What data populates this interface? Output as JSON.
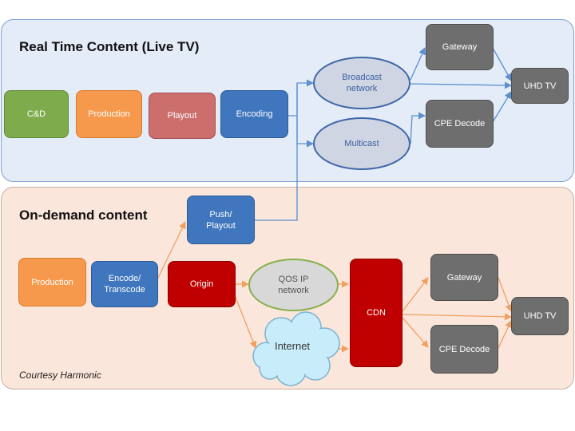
{
  "live": {
    "title": "Real Time Content (Live TV)",
    "nodes": {
      "cd": "C&D",
      "production": "Production",
      "playout": "Playout",
      "encoding": "Encoding",
      "broadcast": [
        "Broadcast",
        "network"
      ],
      "multicast": "Multicast",
      "gateway": "Gateway",
      "cpe_decode": "CPE Decode",
      "uhd_tv": "UHD TV"
    }
  },
  "ondemand": {
    "title": "On-demand content",
    "nodes": {
      "push_playout": [
        "Push/",
        "Playout"
      ],
      "production": "Production",
      "encode_transcode": [
        "Encode/",
        "Transcode"
      ],
      "origin": "Origin",
      "qos": [
        "QOS IP",
        "network"
      ],
      "internet": "Internet",
      "cdn": "CDN",
      "gateway": "Gateway",
      "cpe_decode": "CPE Decode",
      "uhd_tv": "UHD TV"
    }
  },
  "credit": "Courtesy Harmonic",
  "colors": {
    "live_bg": "#e4ecf8",
    "ondemand_bg": "#fae6da",
    "blue_arrow": "#5b8fd0",
    "orange_arrow": "#f0a060"
  }
}
